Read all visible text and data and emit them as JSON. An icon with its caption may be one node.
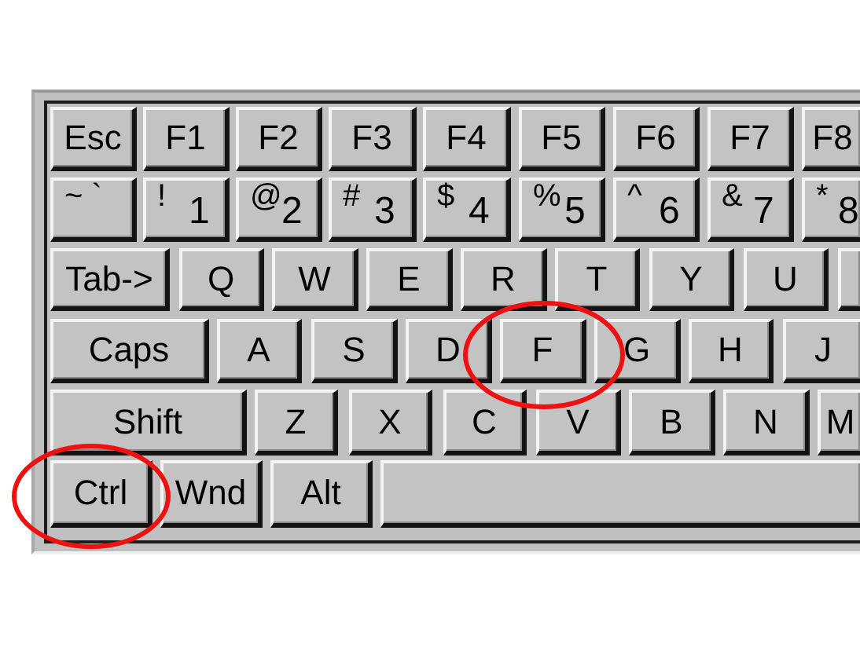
{
  "diagram": {
    "nodes": [
      {
        "text": [],
        "shape": "box"
      },
      {
        "text": [
          "Esc"
        ],
        "in": 0
      },
      {
        "text": [
          "F1"
        ],
        "in": 0
      },
      {
        "text": [
          "F2"
        ],
        "in": 0
      },
      {
        "text": [
          "F3"
        ],
        "in": 0
      },
      {
        "text": [
          "F4"
        ],
        "in": 0
      },
      {
        "text": [
          "F5"
        ],
        "in": 0
      },
      {
        "text": [
          "F6"
        ],
        "in": 0
      },
      {
        "text": [
          "F7"
        ],
        "in": 0
      },
      {
        "text": [
          "F8"
        ],
        "in": 0
      },
      {
        "text": [
          "~ `"
        ],
        "in": 0
      },
      {
        "text": [
          "!",
          "1"
        ],
        "in": 0
      },
      {
        "text": [
          "@",
          "2"
        ],
        "in": 0
      },
      {
        "text": [
          "#",
          "3"
        ],
        "in": 0
      },
      {
        "text": [
          "$",
          "4"
        ],
        "in": 0
      },
      {
        "text": [
          "%",
          "5"
        ],
        "in": 0
      },
      {
        "text": [
          "^",
          "6"
        ],
        "in": 0
      },
      {
        "text": [
          "&",
          "7"
        ],
        "in": 0
      },
      {
        "text": [
          "*",
          "8"
        ],
        "in": 0
      },
      {
        "text": [
          "Tab->"
        ],
        "in": 0
      },
      {
        "text": [
          "Q"
        ],
        "in": 0
      },
      {
        "text": [
          "W"
        ],
        "in": 0
      },
      {
        "text": [
          "E"
        ],
        "in": 0
      },
      {
        "text": [
          "R"
        ],
        "in": 0
      },
      {
        "text": [
          "T"
        ],
        "in": 0
      },
      {
        "text": [
          "Y"
        ],
        "in": 0
      },
      {
        "text": [
          "U"
        ],
        "in": 0
      },
      {
        "text": [],
        "shape": "box",
        "in": 0
      },
      {
        "text": [
          "Caps"
        ],
        "in": 0
      },
      {
        "text": [
          "A"
        ],
        "in": 0
      },
      {
        "text": [
          "S"
        ],
        "in": 0
      },
      {
        "text": [
          "D"
        ],
        "in": 0
      },
      {
        "text": [
          "F"
        ],
        "in": 0
      },
      {
        "text": [
          "G"
        ],
        "in": 0
      },
      {
        "text": [
          "H"
        ],
        "in": 0
      },
      {
        "text": [
          "J"
        ],
        "in": 0
      },
      {
        "text": [
          "Shift"
        ],
        "in": 0
      },
      {
        "text": [
          "Z"
        ],
        "in": 0
      },
      {
        "text": [
          "X"
        ],
        "in": 0
      },
      {
        "text": [
          "C"
        ],
        "in": 0
      },
      {
        "text": [
          "V"
        ],
        "in": 0
      },
      {
        "text": [
          "B"
        ],
        "in": 0
      },
      {
        "text": [
          "N"
        ],
        "in": 0
      },
      {
        "text": [
          "M"
        ],
        "in": 0
      },
      {
        "text": [
          "Ctrl"
        ],
        "in": 0
      },
      {
        "text": [
          "Wnd"
        ],
        "in": 0
      },
      {
        "text": [
          "Alt"
        ],
        "in": 0
      },
      {
        "text": [],
        "shape": "box",
        "in": 0
      }
    ]
  }
}
